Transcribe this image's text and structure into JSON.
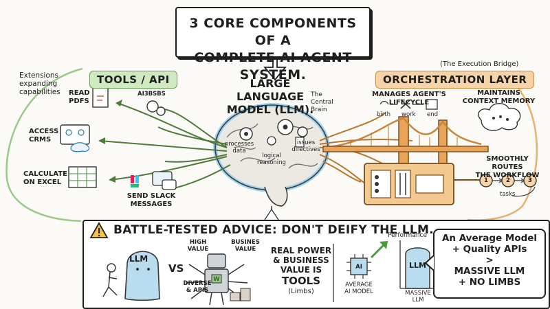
{
  "title": {
    "line1": "3 Core Components of a",
    "line2": "Complete AI Agent System."
  },
  "tools": {
    "tag": "Tools / API",
    "extensions_note": [
      "Extensions",
      "expanding",
      "capabilities"
    ],
    "read_pdfs": [
      "Read",
      "PDFs"
    ],
    "apis_label": "AI3BSBS",
    "access_crms": [
      "Access",
      "CRMs"
    ],
    "calculate_excel": [
      "Calculate",
      "on Excel"
    ],
    "send_slack": [
      "Send Slack",
      "Messages"
    ]
  },
  "llm": {
    "title_line1": "Large Language",
    "title_line2": "Model (LLM).",
    "central_brain": [
      "The",
      "Central",
      "Brain"
    ],
    "processes_data": [
      "processes",
      "data"
    ],
    "logical_reasoning": [
      "logical",
      "reasoning"
    ],
    "issues_directives": [
      "issues",
      "directives"
    ]
  },
  "orchestration": {
    "execution_bridge": "(The Execution Bridge)",
    "tag": "Orchestration Layer",
    "manages_lifecycle": [
      "Manages Agent's",
      "Lifecycle"
    ],
    "lifecycle_steps": [
      "birth",
      "work",
      "end"
    ],
    "context_memory": [
      "Maintains",
      "Context Memory"
    ],
    "routes_workflow": [
      "Smoothly Routes",
      "the Workflow"
    ],
    "workflow_steps": [
      "1",
      "2",
      "3"
    ],
    "tasks_label": "tasks"
  },
  "advice": {
    "title": "Battle-Tested Advice: Don't Deify the LLM.",
    "llm_figure": "LLM",
    "vs": "VS",
    "high_value": [
      "High",
      "Value"
    ],
    "business_value": [
      "Busines",
      "Value"
    ],
    "diverse_apis": [
      "Diverse",
      "& APIs"
    ],
    "robot_badge": "W",
    "real_power": [
      "Real Power",
      "& Business",
      "Value is",
      "Tools"
    ],
    "limbs": "(Limbs)",
    "ai_chip": "AI",
    "average_model": [
      "Average",
      "AI Model"
    ],
    "performance": "Performance",
    "massive_llm_box": "LLM",
    "massive_llm_label": [
      "Massive",
      "LLM"
    ],
    "conclusion": [
      "An Average Model",
      "+ Quality APIs",
      ">",
      "Massive LLM",
      "+ No Limbs"
    ]
  },
  "colors": {
    "tools_green": "#cfe9c1",
    "orchestration_orange": "#f6d3a8",
    "llm_blue": "#b9dcef",
    "bridge_orange": "#e8a55a",
    "ink": "#1f1f1f"
  }
}
